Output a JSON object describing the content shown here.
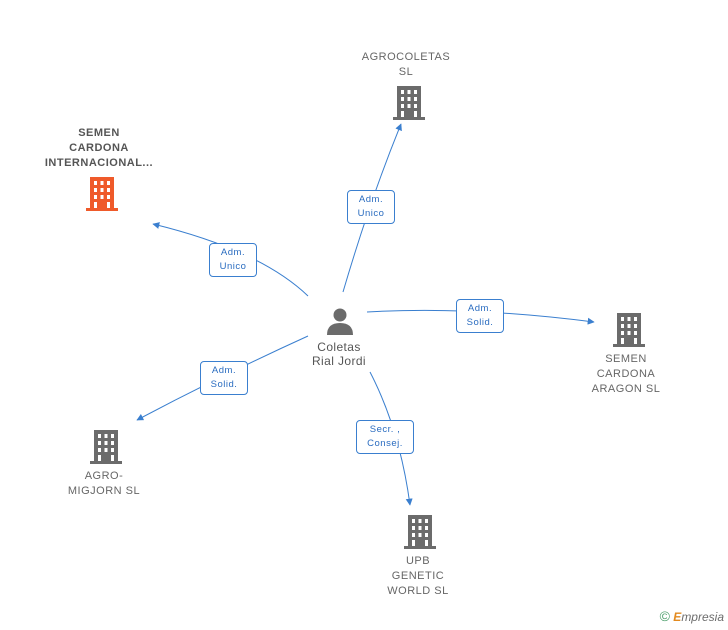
{
  "center": {
    "name_line1": "Coletas",
    "name_line2": "Rial Jordi",
    "icon": "person-icon"
  },
  "nodes": [
    {
      "id": "agrocoletas",
      "lines": [
        "AGROCOLETAS",
        "SL"
      ],
      "icon": "building-icon",
      "color": "#6b6b6b",
      "focus": false
    },
    {
      "id": "semen-intl",
      "lines": [
        "SEMEN",
        "CARDONA",
        "INTERNACIONAL..."
      ],
      "icon": "building-icon",
      "color": "#ef5a2a",
      "focus": true
    },
    {
      "id": "semen-aragon",
      "lines": [
        "SEMEN",
        "CARDONA",
        "ARAGON SL"
      ],
      "icon": "building-icon",
      "color": "#6b6b6b",
      "focus": false
    },
    {
      "id": "agro-migjorn",
      "lines": [
        "AGRO-",
        "MIGJORN SL"
      ],
      "icon": "building-icon",
      "color": "#6b6b6b",
      "focus": false
    },
    {
      "id": "upb",
      "lines": [
        "UPB",
        "GENETIC",
        "WORLD SL"
      ],
      "icon": "building-icon",
      "color": "#6b6b6b",
      "focus": false
    }
  ],
  "edges": [
    {
      "to": "agrocoletas",
      "label_line1": "Adm.",
      "label_line2": "Unico"
    },
    {
      "to": "semen-intl",
      "label_line1": "Adm.",
      "label_line2": "Unico"
    },
    {
      "to": "semen-aragon",
      "label_line1": "Adm.",
      "label_line2": "Solid."
    },
    {
      "to": "agro-migjorn",
      "label_line1": "Adm.",
      "label_line2": "Solid."
    },
    {
      "to": "upb",
      "label_line1": "Secr. ,",
      "label_line2": "Consej."
    }
  ],
  "footer": {
    "copyright": "©",
    "brand_e": "E",
    "brand_rest": "mpresia"
  },
  "colors": {
    "edge": "#3a7fcf",
    "building": "#6b6b6b",
    "focus_building": "#ef5a2a",
    "person": "#6b6b6b"
  }
}
